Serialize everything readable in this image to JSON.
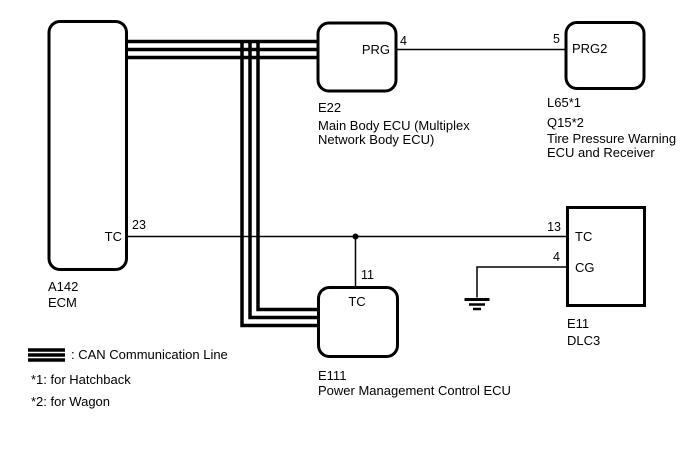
{
  "diagram": {
    "colors": {
      "line": "#000000",
      "background": "#ffffff"
    },
    "ecm": {
      "code": "A142",
      "name": "ECM",
      "port_tc": "TC",
      "pin_tc": "23"
    },
    "main_body_ecu": {
      "code": "E22",
      "name_line1": "Main Body ECU (Multiplex",
      "name_line2": "Network Body ECU)",
      "port_prg": "PRG",
      "pin_prg": "4"
    },
    "tire_pressure_ecu": {
      "code_hatchback": "L65*1",
      "code_wagon": "Q15*2",
      "name_line1": "Tire Pressure Warning",
      "name_line2": "ECU and Receiver",
      "port_prg2": "PRG2",
      "pin_prg2": "5"
    },
    "power_mgmt_ecu": {
      "code": "E111",
      "name": "Power Management Control ECU",
      "port_tc": "TC",
      "pin_tc": "11"
    },
    "dlc3": {
      "code": "E11",
      "name": "DLC3",
      "port_tc": "TC",
      "pin_tc": "13",
      "port_cg": "CG",
      "pin_cg": "4"
    },
    "legend": {
      "can_label": ": CAN Communication Line",
      "note_hatchback": "*1: for Hatchback",
      "note_wagon": "*2: for Wagon"
    }
  }
}
